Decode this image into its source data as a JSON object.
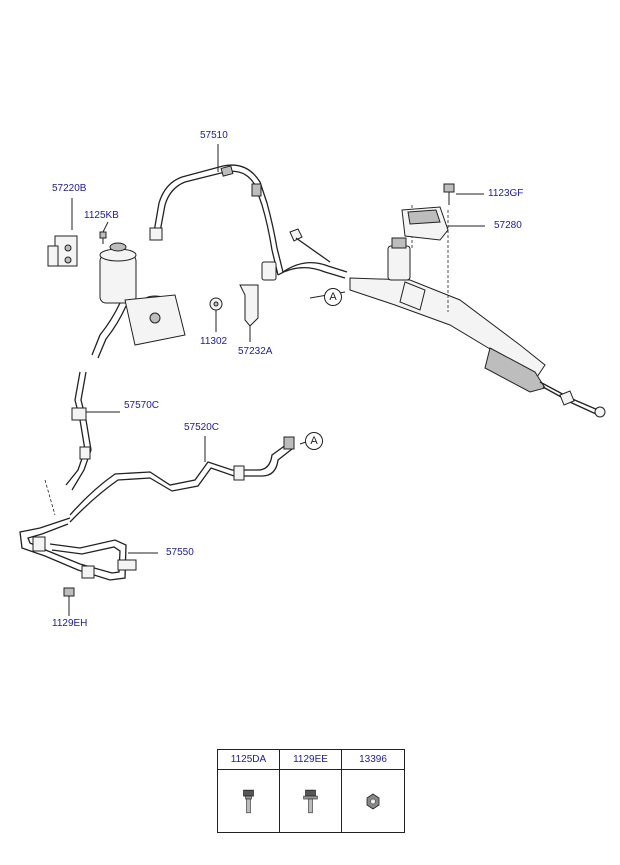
{
  "labels": {
    "p57510": "57510",
    "p57220B": "57220B",
    "p1125KB": "1125KB",
    "p1123GF": "1123GF",
    "p57280": "57280",
    "p11302": "11302",
    "p57232A": "57232A",
    "p57570C": "57570C",
    "p57520C": "57520C",
    "p57550": "57550",
    "p1129EH": "1129EH"
  },
  "callouts": {
    "ref_a_rack": "A",
    "ref_a_hose": "A"
  },
  "legend": {
    "cells": [
      {
        "code": "1125DA",
        "icon": "bolt-icon"
      },
      {
        "code": "1129EE",
        "icon": "flange-bolt-icon"
      },
      {
        "code": "13396",
        "icon": "nut-icon"
      }
    ]
  }
}
